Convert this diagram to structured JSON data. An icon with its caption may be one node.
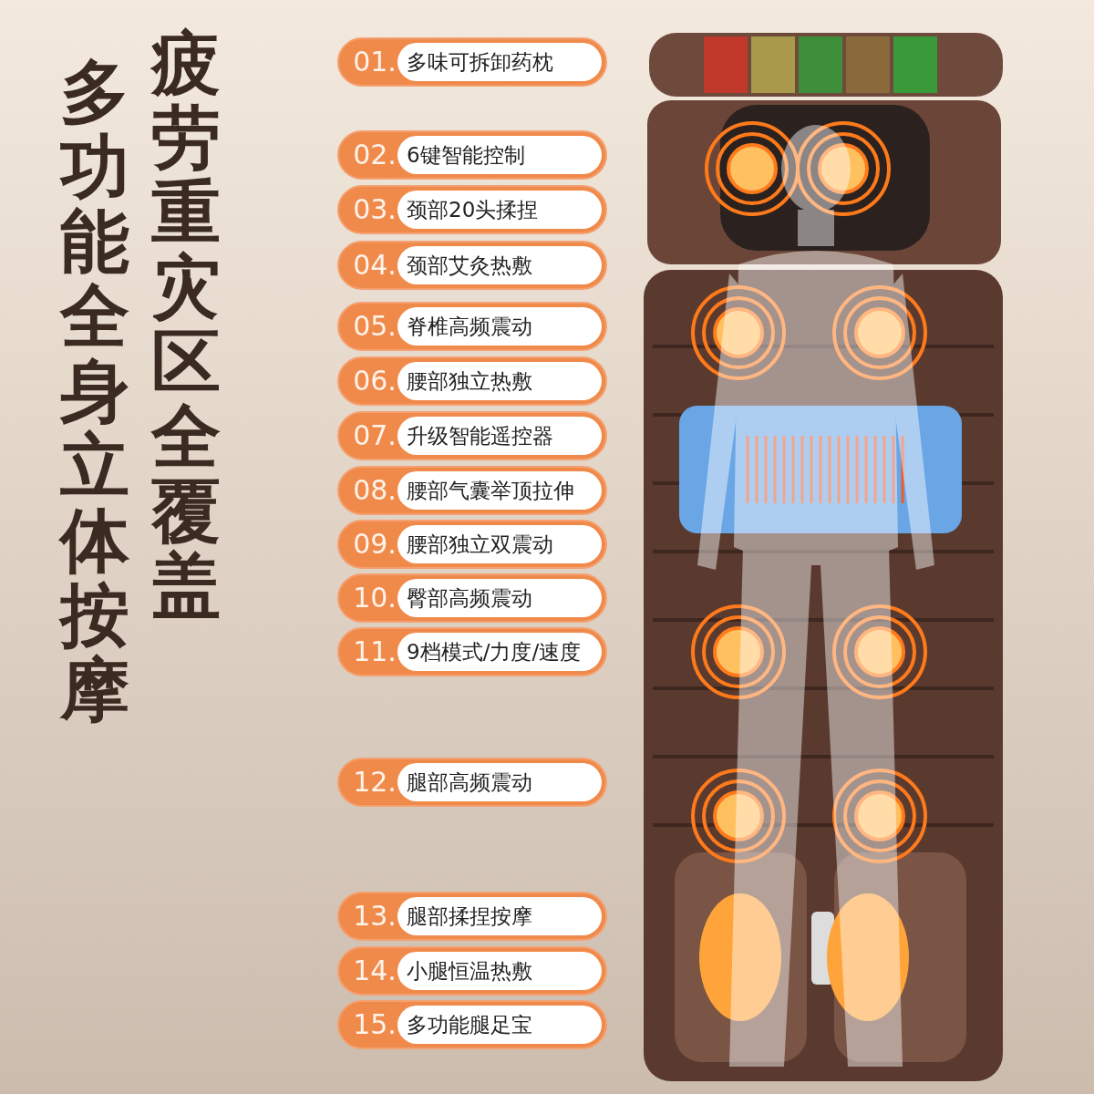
{
  "diagram": {
    "nodes": [
      {
        "text": [
          "01.",
          "多味可拆卸药枕"
        ]
      },
      {
        "text": [
          "02.",
          "6键智能控制"
        ]
      },
      {
        "text": [
          "03.",
          "颈部20头揉捏"
        ]
      },
      {
        "text": [
          "04.",
          "颈部艾灸热敷"
        ]
      },
      {
        "text": [
          "05.",
          "脊椎高频震动"
        ]
      },
      {
        "text": [
          "06.",
          "腰部独立热敷"
        ]
      },
      {
        "text": [
          "07.",
          "升级智能遥控器"
        ]
      },
      {
        "text": [
          "08.",
          "腰部气囊举顶拉伸"
        ]
      },
      {
        "text": [
          "09.",
          "腰部独立双震动"
        ]
      },
      {
        "text": [
          "10.",
          "臀部高频震动"
        ]
      },
      {
        "text": [
          "11.",
          "9档模式/力度/速度"
        ]
      },
      {
        "text": [
          "12.",
          "腿部高频震动"
        ]
      },
      {
        "text": [
          "13.",
          "腿部揉捏按摩"
        ]
      },
      {
        "text": [
          "14.",
          "小腿恒温热敷"
        ]
      },
      {
        "text": [
          "15.",
          "多功能腿足宝"
        ]
      }
    ],
    "labels": [
      "多功能全身立体按摩",
      "疲劳重灾区全覆盖"
    ]
  }
}
